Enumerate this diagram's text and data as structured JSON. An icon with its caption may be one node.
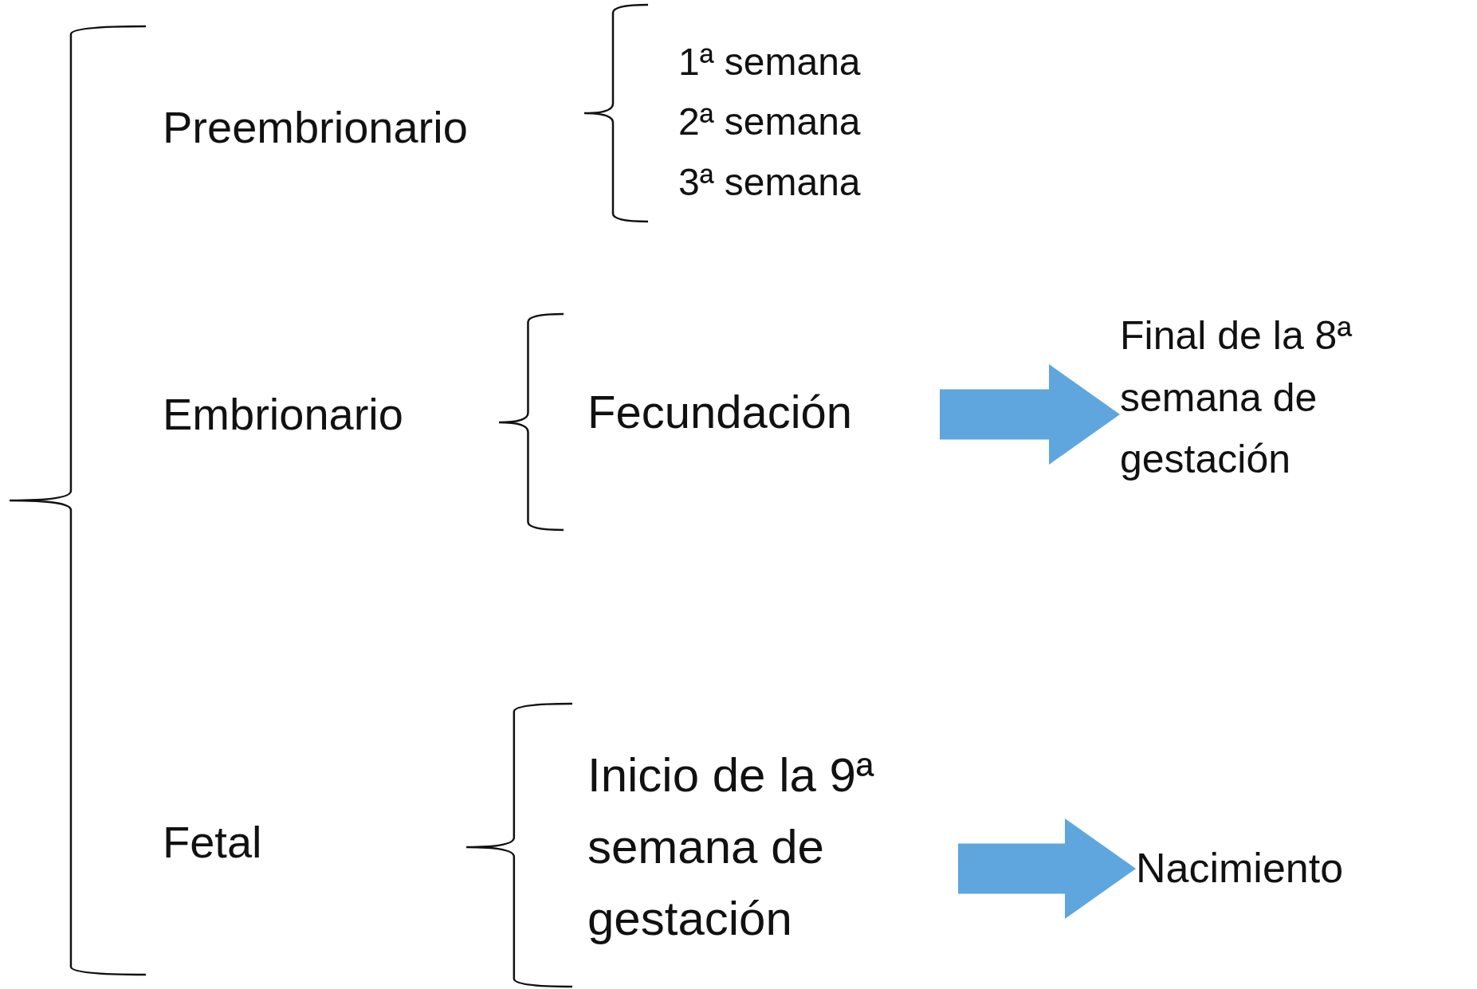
{
  "diagram": {
    "nodes": [
      {
        "text": [
          "Fecundación"
        ]
      },
      {
        "text": [
          "Final de la 8ª semana de gestación"
        ]
      },
      {
        "text": [
          "Inicio de la 9ª semana de gestación"
        ]
      },
      {
        "text": [
          "Nacimiento"
        ]
      }
    ],
    "edges": [
      {
        "from": 0,
        "to": 1,
        "arrow": "to"
      },
      {
        "from": 2,
        "to": 3,
        "arrow": "to"
      }
    ],
    "labels": [
      "Preembrionario",
      "1ª semana",
      "2ª semana",
      "3ª semana",
      "Embrionario",
      "Fetal"
    ]
  }
}
